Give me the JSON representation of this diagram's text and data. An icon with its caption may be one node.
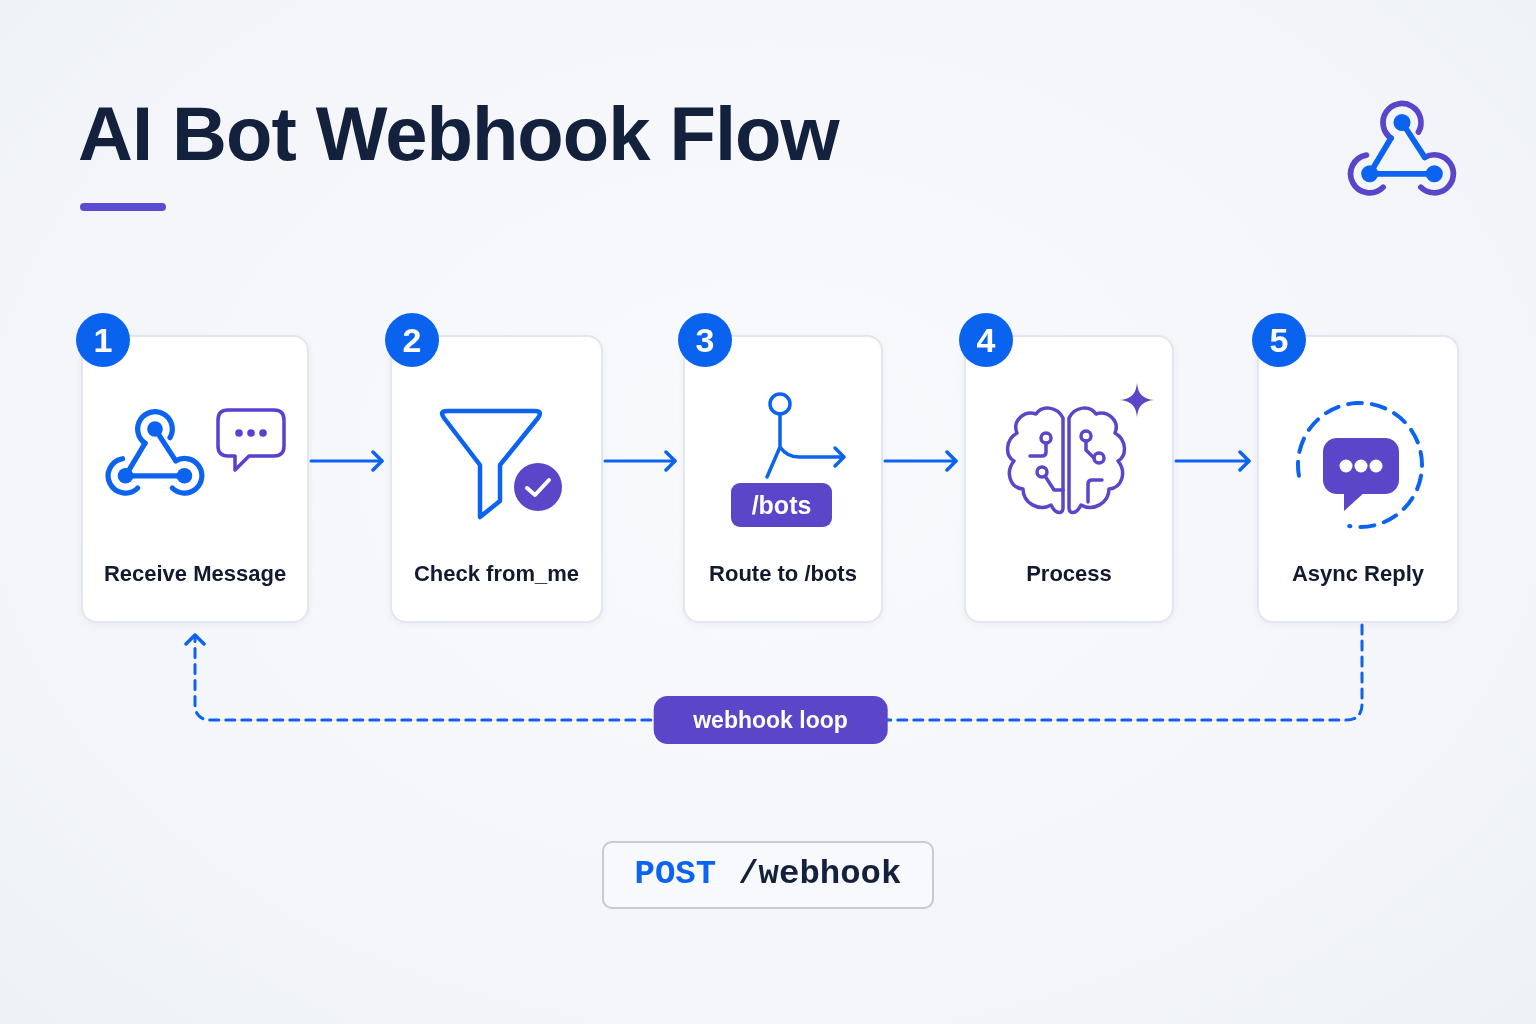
{
  "diagram": {
    "title": "AI Bot Webhook Flow",
    "nodes": [
      {
        "text": [
          "1",
          "Receive Message"
        ]
      },
      {
        "text": [
          "2",
          "Check from_me"
        ]
      },
      {
        "text": [
          "3",
          "Route to /bots"
        ]
      },
      {
        "text": [
          "/bots"
        ],
        "in": 2
      },
      {
        "text": [
          "4",
          "Process"
        ]
      },
      {
        "text": [
          "5",
          "Async Reply"
        ]
      },
      {
        "text": [
          "POST",
          "/webhook"
        ]
      }
    ],
    "edges": [
      {
        "from": 0,
        "to": 1,
        "arrow": "to"
      },
      {
        "from": 1,
        "to": 2,
        "arrow": "to"
      },
      {
        "from": 2,
        "to": 4,
        "arrow": "to"
      },
      {
        "from": 4,
        "to": 5,
        "arrow": "to"
      },
      {
        "from": 5,
        "to": 0,
        "arrow": "to",
        "label": "webhook loop",
        "style": "dashed"
      }
    ]
  }
}
